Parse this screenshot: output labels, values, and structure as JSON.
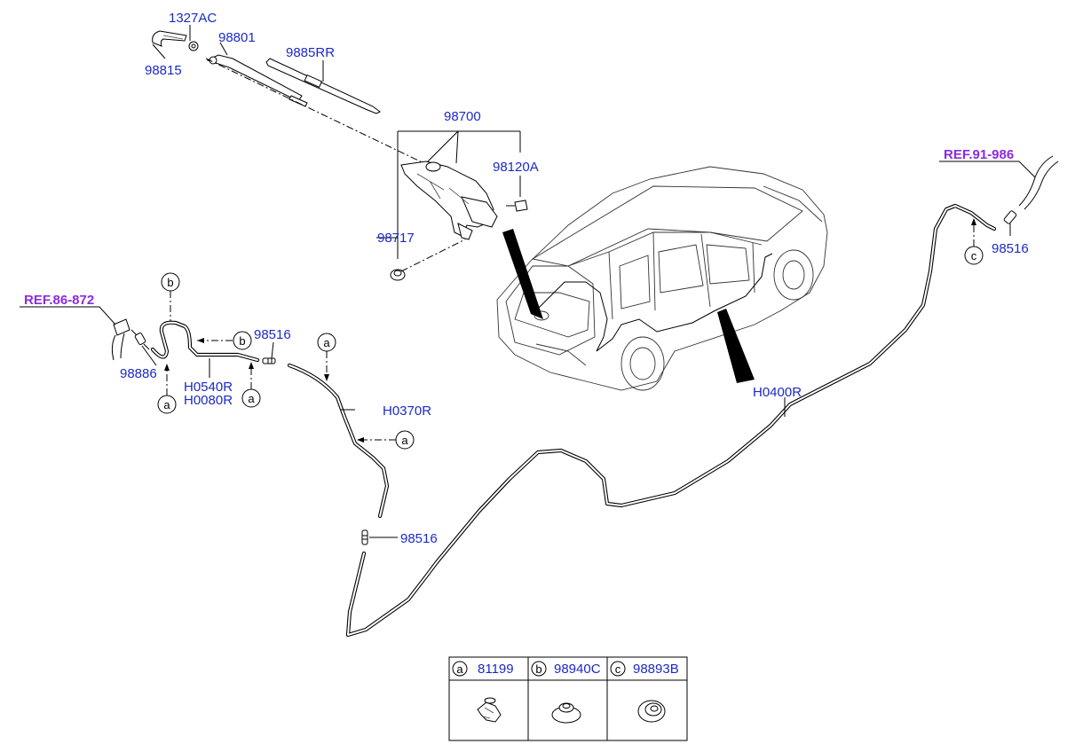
{
  "diagram": {
    "part_labels": {
      "p1327AC": "1327AC",
      "p98815": "98815",
      "p98801": "98801",
      "p9885RR": "9885RR",
      "p98700": "98700",
      "p98120A": "98120A",
      "p98717": "98717",
      "p98516_left": "98516",
      "p98886": "98886",
      "pH0540R": "H0540R",
      "pH0080R": "H0080R",
      "pH0370R": "H0370R",
      "p98516_mid": "98516",
      "pH0400R": "H0400R",
      "p98516_right": "98516"
    },
    "references": {
      "ref_left": "REF.86-872",
      "ref_right": "REF.91-986"
    },
    "callouts": {
      "a": "a",
      "b": "b",
      "c": "c"
    },
    "legend": [
      {
        "letter": "a",
        "part": "81199"
      },
      {
        "letter": "b",
        "part": "98940C"
      },
      {
        "letter": "c",
        "part": "98893B"
      }
    ],
    "colors": {
      "part_number": "#1a2ac8",
      "reference": "#8a2be2",
      "line": "#000000"
    }
  }
}
